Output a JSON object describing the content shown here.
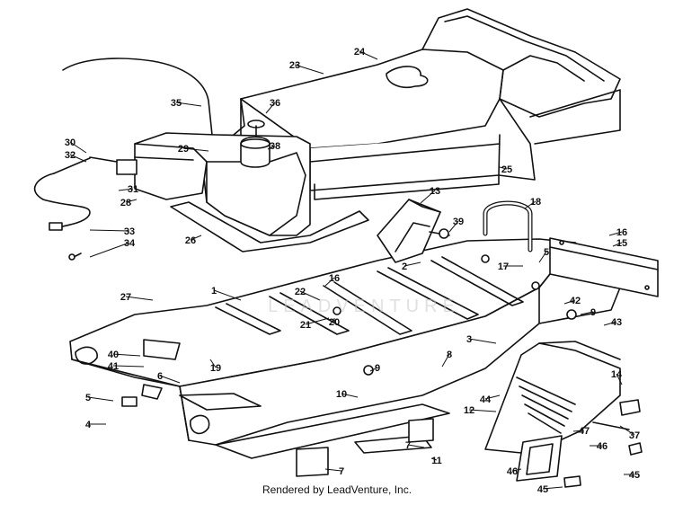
{
  "diagram": {
    "callouts": [
      "1",
      "2",
      "3",
      "4",
      "5",
      "5",
      "6",
      "7",
      "7",
      "8",
      "9",
      "9",
      "10",
      "11",
      "12",
      "13",
      "14",
      "15",
      "16",
      "16",
      "17",
      "18",
      "19",
      "20",
      "21",
      "22",
      "23",
      "24",
      "25",
      "26",
      "27",
      "28",
      "29",
      "30",
      "31",
      "32",
      "33",
      "34",
      "35",
      "36",
      "37",
      "38",
      "39",
      "40",
      "41",
      "42",
      "43",
      "44",
      "45",
      "45",
      "46",
      "46",
      "47"
    ]
  },
  "watermark": "LEADVENTURE",
  "footer": "Rendered by LeadVenture, Inc."
}
